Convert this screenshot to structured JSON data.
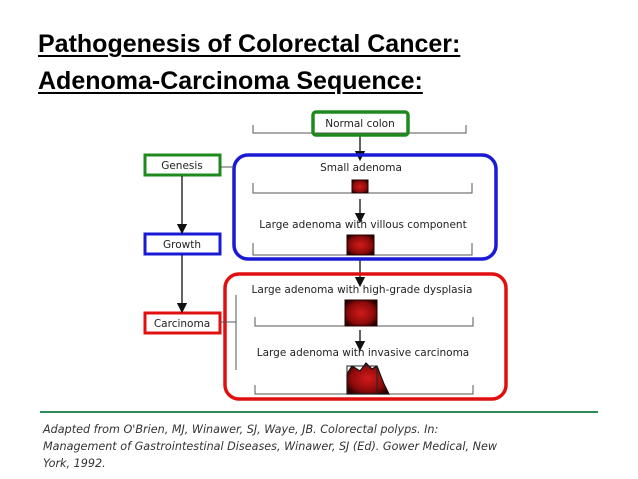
{
  "title": {
    "line1": "Pathogenesis of Colorectal Cancer:",
    "line2": "Adenoma-Carcinoma Sequence:"
  },
  "diagram": {
    "stages": [
      "Normal colon",
      "Small adenoma",
      "Large adenoma with villous component",
      "Large adenoma with high-grade dysplasia",
      "Large adenoma with invasive carcinoma"
    ],
    "phases": [
      {
        "label": "Genesis",
        "color": "#1e8a1e"
      },
      {
        "label": "Growth",
        "color": "#1a1ad6"
      },
      {
        "label": "Carcinoma",
        "color": "#e01010"
      }
    ],
    "box_colors": {
      "normal": "#1e8a1e",
      "growth": "#1a1ad6",
      "carcinoma": "#e01010"
    },
    "lesion_color": "#cc1111"
  },
  "caption": {
    "line1": "Adapted from O'Brien, MJ, Winawer, SJ, Waye, JB. Colorectal polyps. In:",
    "line2": "Management of Gastrointestinal Diseases, Winawer, SJ (Ed). Gower Medical, New",
    "line3": "York, 1992."
  }
}
